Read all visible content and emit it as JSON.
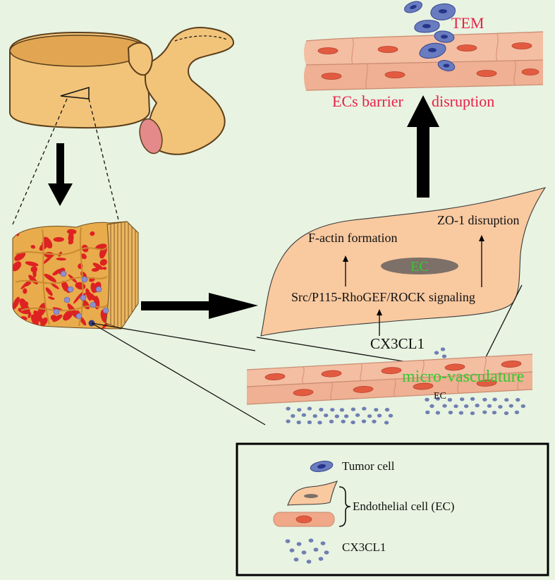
{
  "colors": {
    "background": "#e8f3e1",
    "label_red": "#e8204a",
    "label_green": "#2fcc2f",
    "endothelial_cell": "#f9c9a0",
    "endothelial_nucleus": "#7d7068",
    "vessel_top": "#f4bea3",
    "vessel_bottom": "#efb093",
    "vessel_nucleus": "#e25b40",
    "tumor_cell": "#6a7cc0",
    "tumor_nucleus": "#26358a",
    "cx3cl1_dot": "#6f7fb3",
    "bone": "#f2c47a",
    "marrow": "#dd2222"
  },
  "transmigration": {
    "tem_label": "TEM",
    "barrier_label_left": "ECs barrier",
    "barrier_label_right": "disruption"
  },
  "endothelial_cell": {
    "f_actin": "F-actin formation",
    "zo1": "ZO-1 disruption",
    "nucleus_label": "EC",
    "signaling": "Src/P115-RhoGEF/ROCK signaling"
  },
  "ligand_label": "CX3CL1",
  "vessel": {
    "label": "micro-vasculature",
    "ec_label": "EC"
  },
  "legend": {
    "tumor_cell": "Tumor cell",
    "endothelial_cell": "Endothelial cell (EC)",
    "cx3cl1": "CX3CL1"
  }
}
